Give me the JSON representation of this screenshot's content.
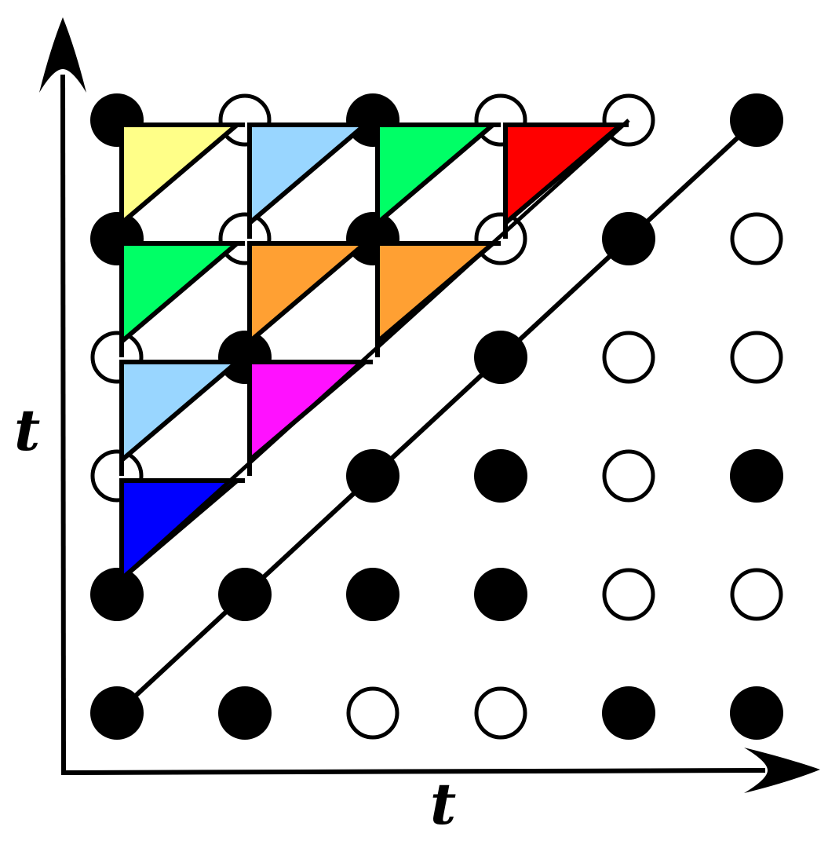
{
  "axes": {
    "x_label": "t",
    "y_label": "t"
  },
  "grid": {
    "columns": 6,
    "rows": 6,
    "filled_points": [
      [
        0,
        0
      ],
      [
        1,
        0
      ],
      [
        4,
        0
      ],
      [
        5,
        0
      ],
      [
        0,
        1
      ],
      [
        1,
        1
      ],
      [
        2,
        1
      ],
      [
        3,
        1
      ],
      [
        2,
        2
      ],
      [
        3,
        2
      ],
      [
        5,
        2
      ],
      [
        1,
        3
      ],
      [
        3,
        3
      ],
      [
        2,
        4
      ],
      [
        4,
        4
      ],
      [
        0,
        5
      ],
      [
        2,
        5
      ],
      [
        5,
        5
      ],
      [
        0,
        4
      ]
    ],
    "open_points": [
      [
        2,
        0
      ],
      [
        3,
        0
      ],
      [
        4,
        1
      ],
      [
        5,
        1
      ],
      [
        0,
        2
      ],
      [
        4,
        2
      ],
      [
        0,
        3
      ],
      [
        4,
        3
      ],
      [
        5,
        3
      ],
      [
        1,
        4
      ],
      [
        3,
        4
      ],
      [
        5,
        4
      ],
      [
        1,
        5
      ],
      [
        3,
        5
      ],
      [
        4,
        5
      ]
    ]
  },
  "diagonal": {
    "from": [
      0,
      0
    ],
    "to": [
      5,
      5
    ]
  },
  "triangles": [
    {
      "col": 0,
      "row": 4,
      "color": "#ffff88"
    },
    {
      "col": 1,
      "row": 4,
      "color": "#99d6ff"
    },
    {
      "col": 2,
      "row": 4,
      "color": "#00ff66"
    },
    {
      "col": 3,
      "row": 4,
      "color": "#ff0000"
    },
    {
      "col": 0,
      "row": 3,
      "color": "#00ff66"
    },
    {
      "col": 1,
      "row": 3,
      "color": "#ffa033"
    },
    {
      "col": 2,
      "row": 3,
      "color": "#ffa033"
    },
    {
      "col": 0,
      "row": 2,
      "color": "#99d6ff"
    },
    {
      "col": 1,
      "row": 2,
      "color": "#ff11ff"
    },
    {
      "col": 0,
      "row": 1,
      "color": "#0000ff"
    }
  ]
}
